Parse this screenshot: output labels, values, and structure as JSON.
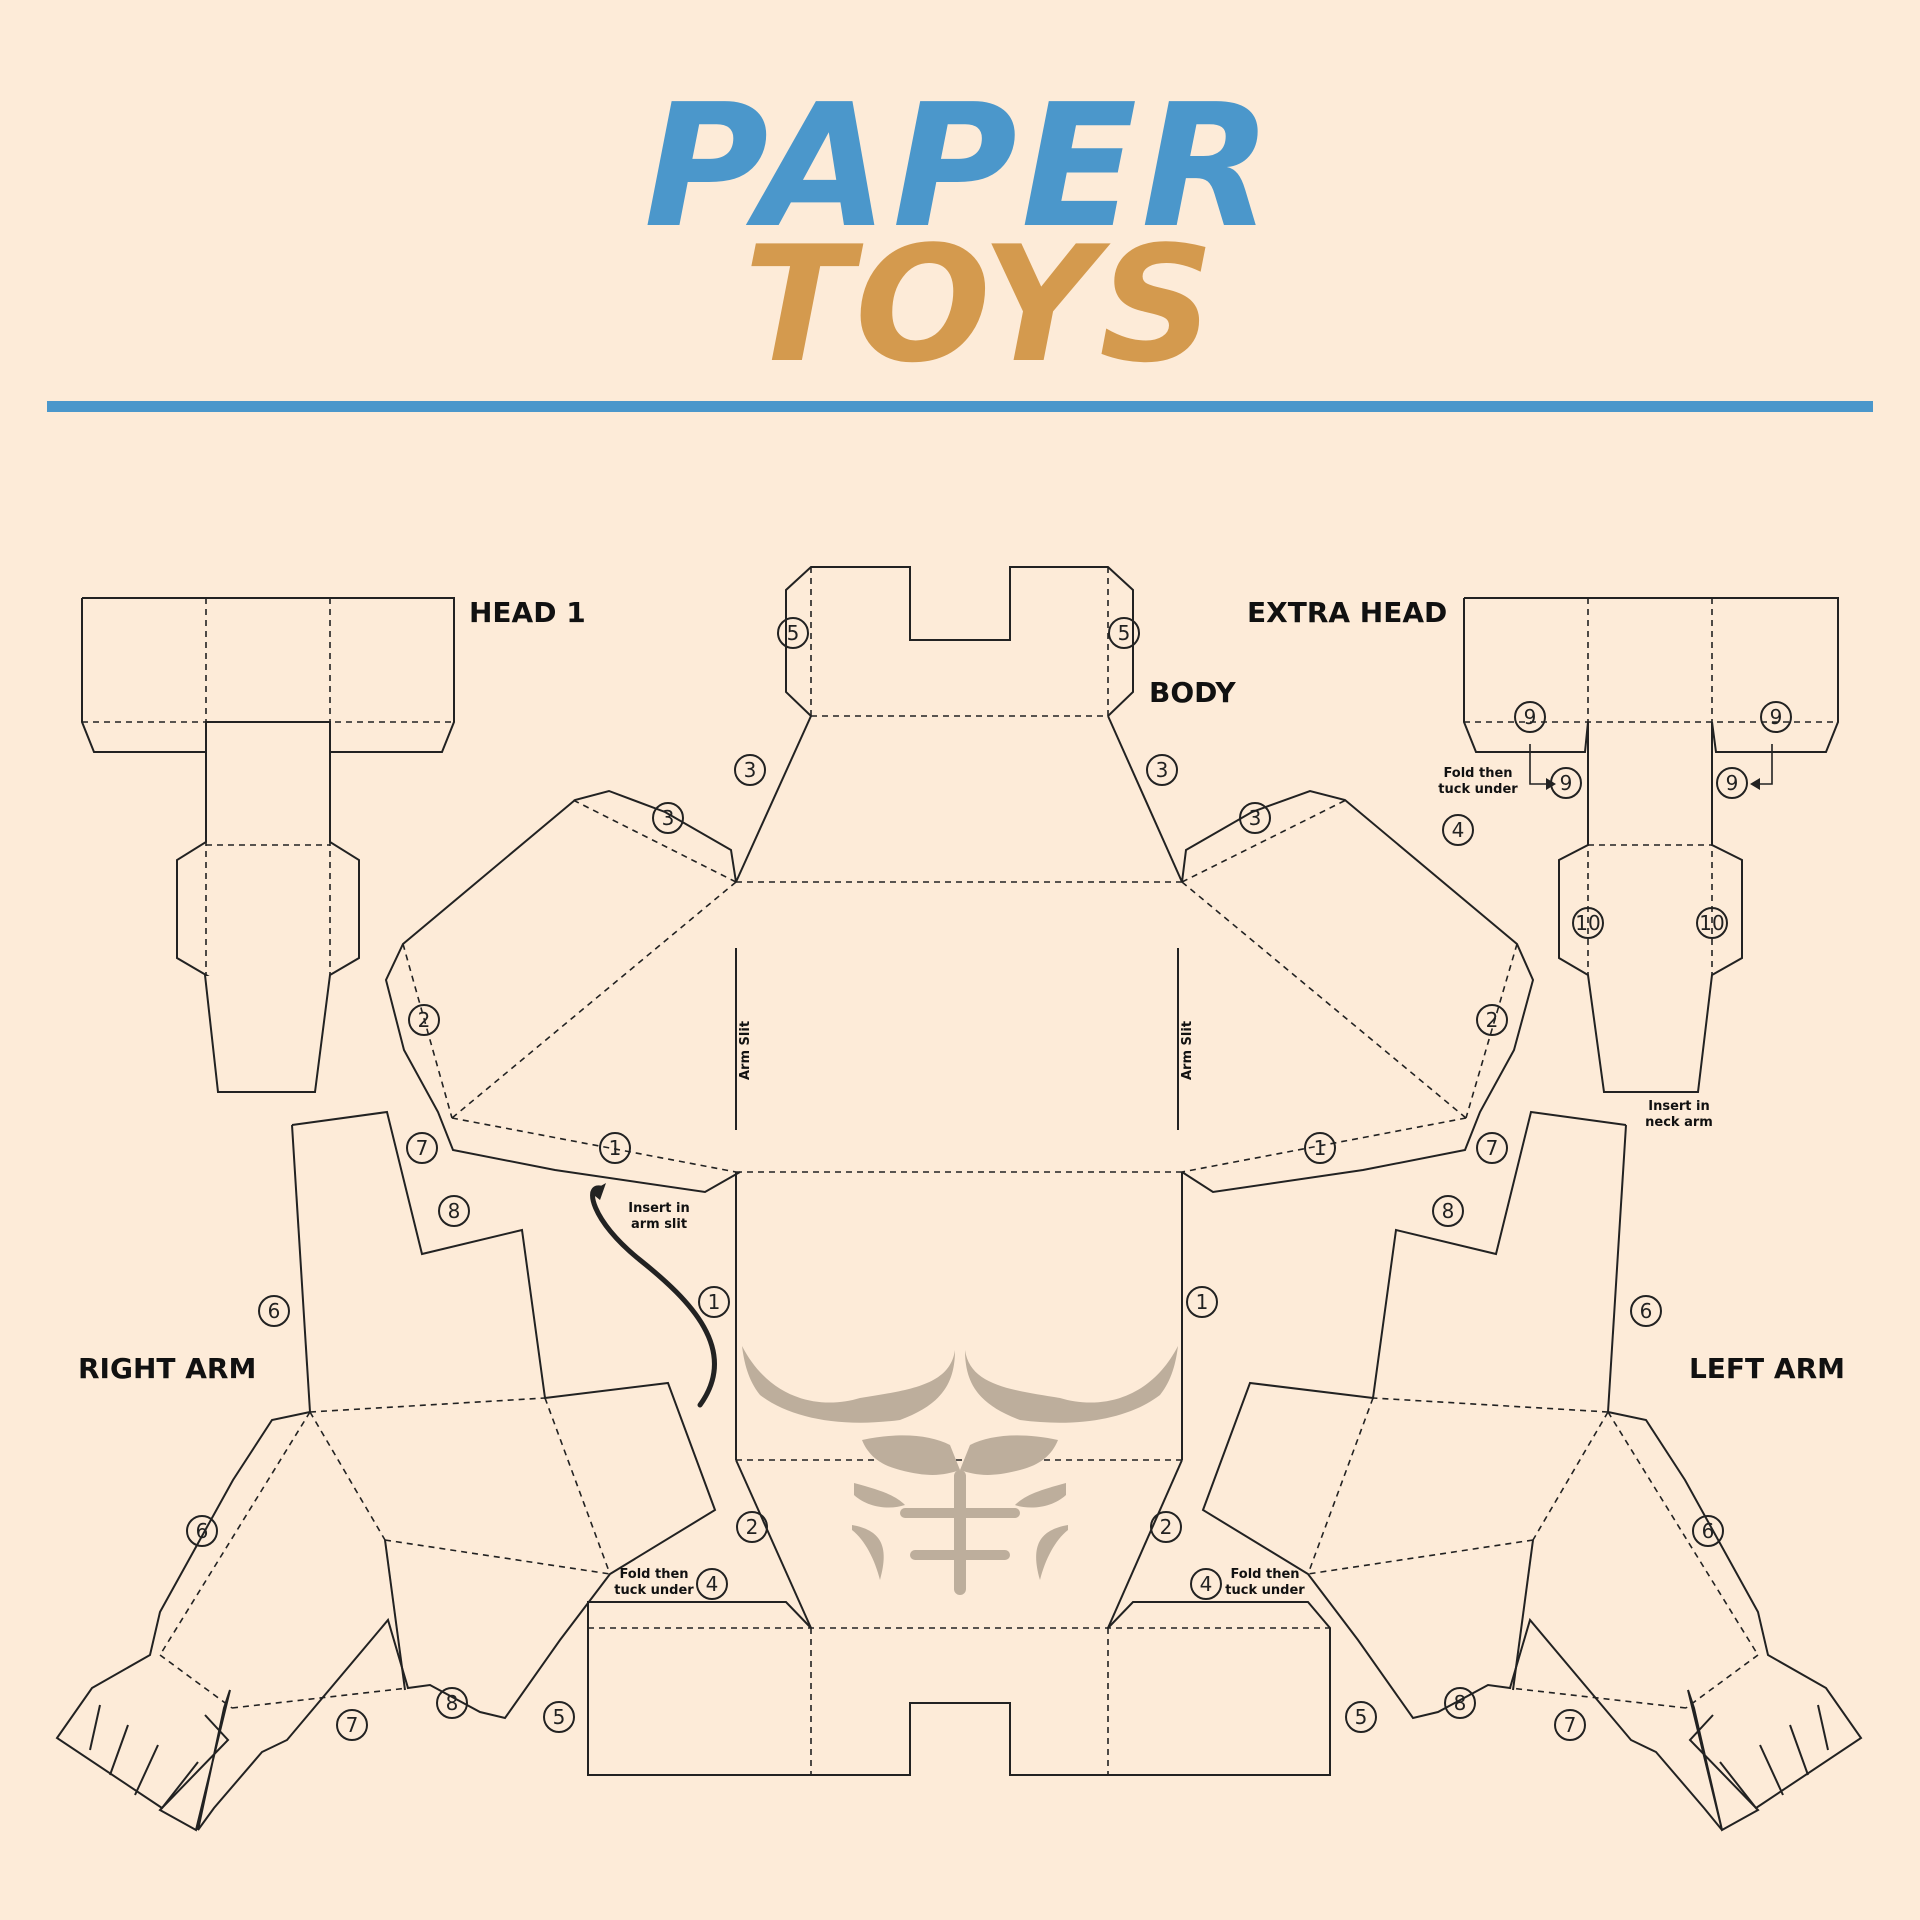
{
  "header": {
    "title_line1": "PAPER",
    "title_line2": "TOYS",
    "colors": {
      "title_line1": "#4b97cb",
      "title_line2": "#d49a4e",
      "divider": "#4b97cb",
      "background": "#fdebd8"
    }
  },
  "pieces": {
    "head1": "HEAD 1",
    "extra_head": "EXTRA HEAD",
    "body": "BODY",
    "right_arm": "RIGHT ARM",
    "left_arm": "LEFT ARM"
  },
  "notes": {
    "arm_slit": "Arm Slit",
    "insert_arm_slit_1": "Insert in",
    "insert_arm_slit_2": "arm slit",
    "fold_tuck_1": "Fold then",
    "fold_tuck_2": "tuck under",
    "insert_neck_1": "Insert in",
    "insert_neck_2": "neck arm"
  },
  "tab_numbers": [
    "1",
    "2",
    "3",
    "4",
    "5",
    "6",
    "7",
    "8",
    "9",
    "10"
  ]
}
